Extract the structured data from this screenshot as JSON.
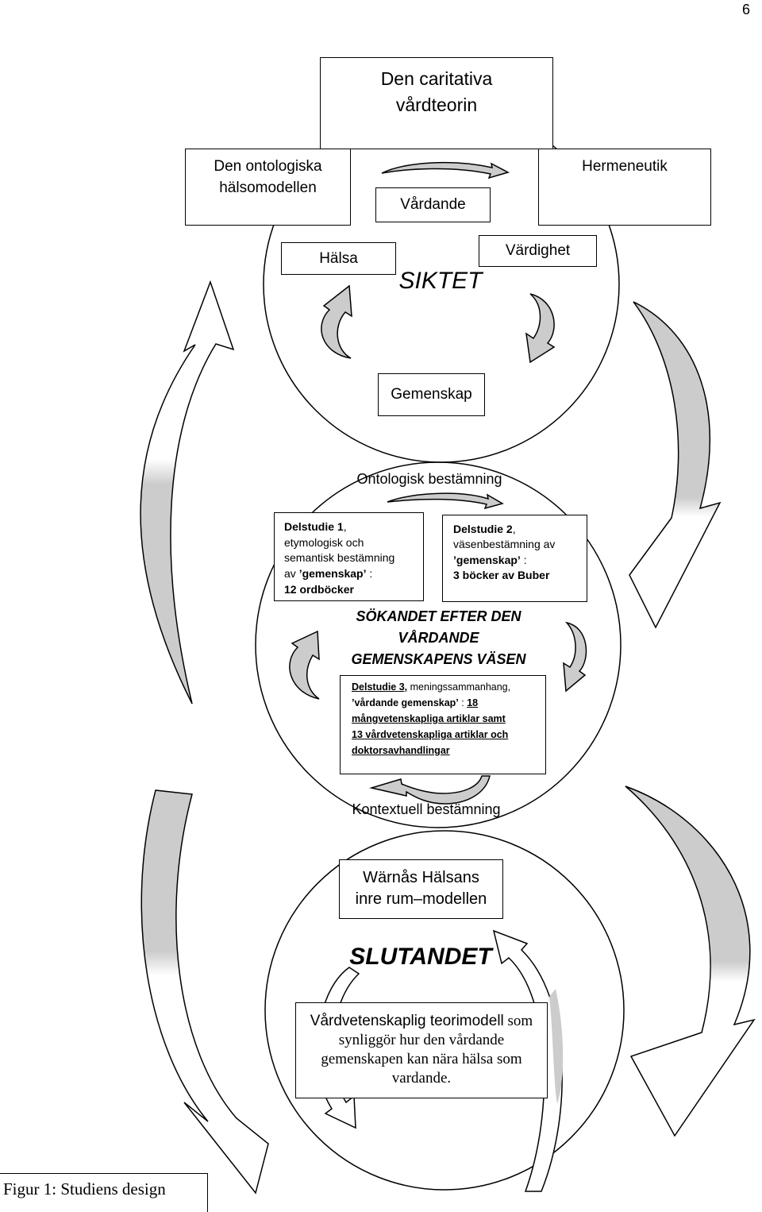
{
  "page_number": "6",
  "colors": {
    "stroke": "#000000",
    "arrow_fill": "#cccccc",
    "background": "#ffffff"
  },
  "top": {
    "caritativa": [
      "Den caritativa",
      "vårdteorin"
    ],
    "ontologiska": [
      "Den ontologiska",
      "hälsomodellen"
    ],
    "hermeneutik": "Hermeneutik",
    "vardande": "Vårdande"
  },
  "siktet": {
    "halsa": "Hälsa",
    "vardighet": "Värdighet",
    "title": "SIKTET",
    "gemenskap": "Gemenskap"
  },
  "ontologisk_bestamning": "Ontologisk bestämning",
  "delstudie_1": {
    "heading": "Delstudie 1",
    "heading_suffix": ",",
    "line_2": "etymologisk och",
    "line_3": "semantisk bestämning",
    "line_4_prefix": "av ",
    "term": "’gemenskap’",
    "term_suffix": " :",
    "material": "12 ordböcker"
  },
  "delstudie_2": {
    "heading": "Delstudie 2",
    "heading_suffix": ",",
    "line_2": "väsenbestämning av",
    "term": "’gemenskap’",
    "term_suffix": " :",
    "material": "3 böcker av Buber"
  },
  "sokandet": [
    "SÖKANDET EFTER DEN",
    "VÅRDANDE",
    "GEMENSKAPENS VÄSEN"
  ],
  "delstudie_3": {
    "heading": "Delstudie 3,",
    "heading_suffix": " meningssammanhang,",
    "term": "’vårdande gemenskap’",
    "term_suffix": " : ",
    "count": "18",
    "line_3": "mångvetenskapliga artiklar samt",
    "line_4": "13 vårdvetenskapliga artiklar och",
    "line_5": "doktorsavhandlingar"
  },
  "kontextuell_bestamning": "Kontextuell bestämning",
  "warnas": [
    "Wärnås Hälsans",
    "inre rum–modellen"
  ],
  "slutandet": "SLUTANDET",
  "result": {
    "line_1_sans": "Vårdvetenskaplig teorimodell",
    "line_1_serif": " som",
    "line_2": "synliggör hur den vårdande",
    "line_3": "gemenskapen kan nära hälsa som",
    "line_4": "vardande."
  },
  "caption": "Figur 1: Studiens design"
}
